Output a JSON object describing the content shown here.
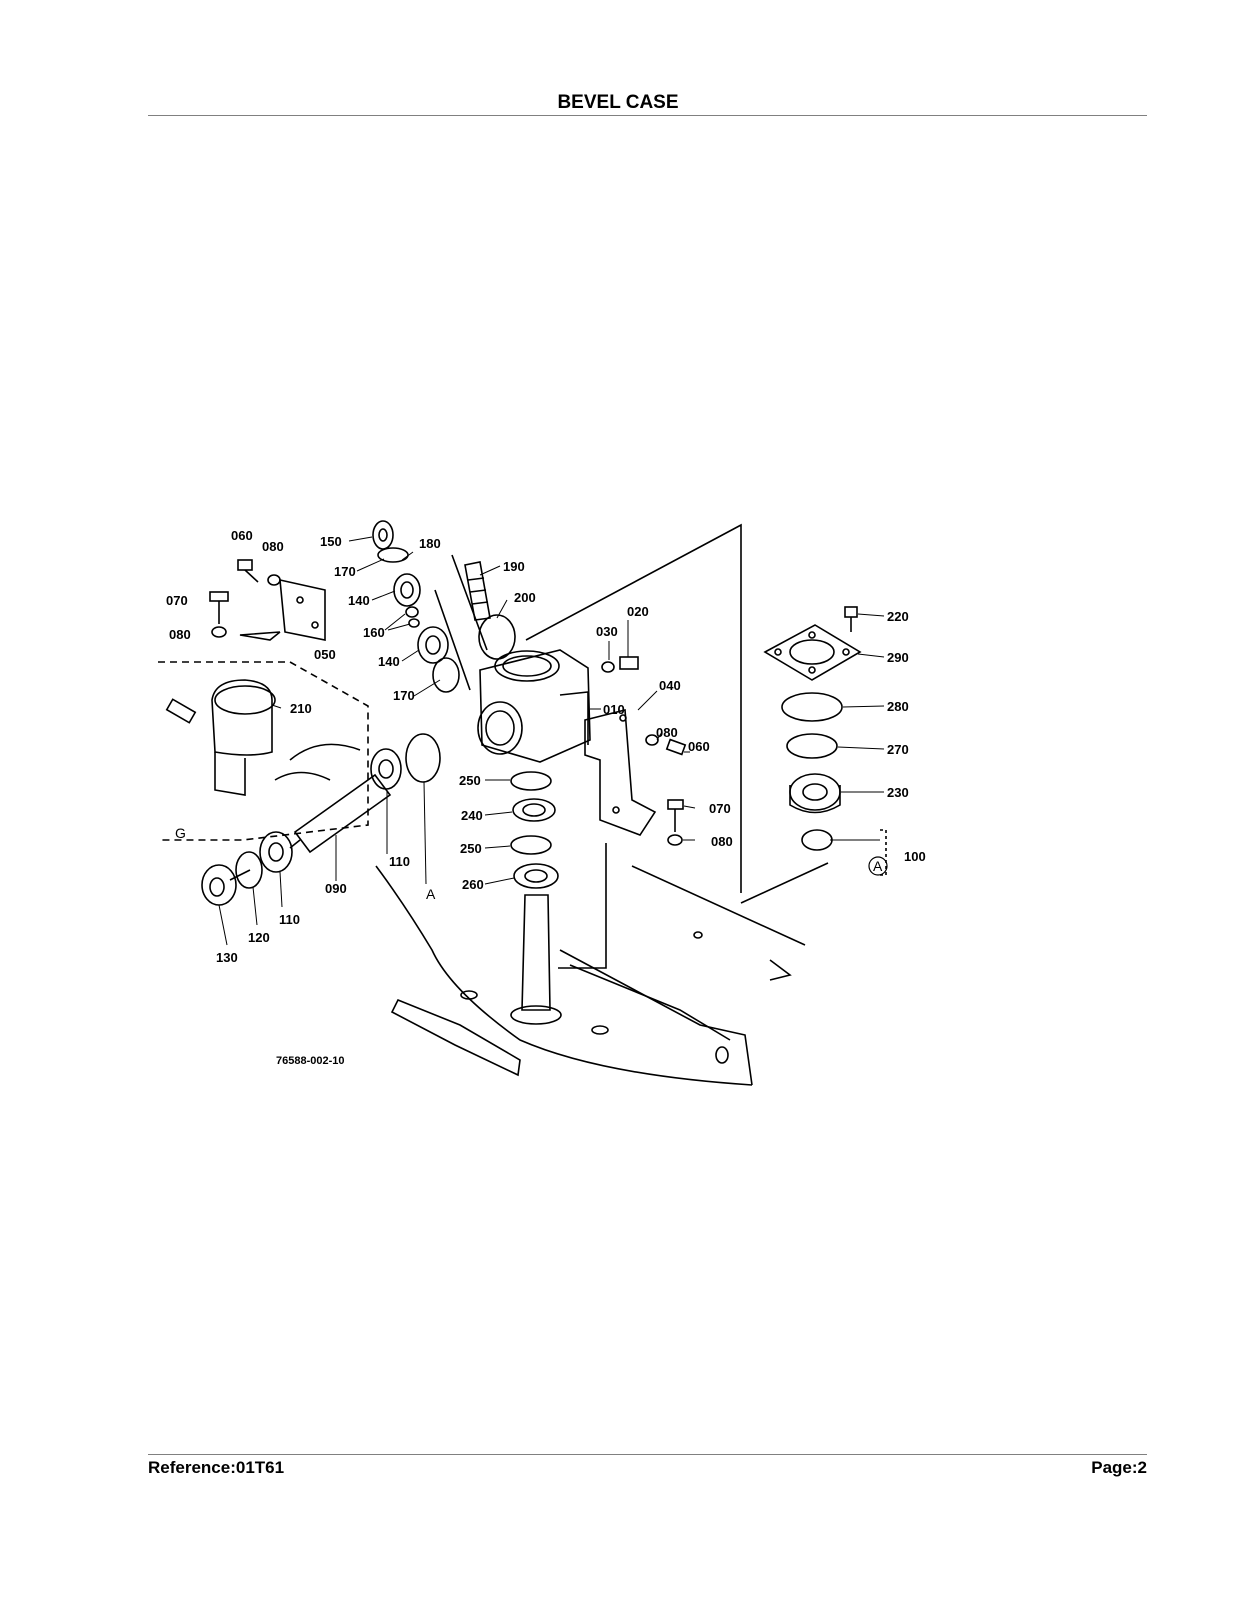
{
  "header": {
    "title": "BEVEL CASE"
  },
  "footer": {
    "reference": "Reference:01T61",
    "page": "Page:2"
  },
  "diagram": {
    "figure_id": "76588-002-10",
    "section_letters": {
      "g": "G",
      "a": "A",
      "a_circled": "A"
    },
    "callouts": {
      "c060a": "060",
      "c080a": "080",
      "c070a": "070",
      "c080b": "080",
      "c050": "050",
      "c150": "150",
      "c180": "180",
      "c170a": "170",
      "c140a": "140",
      "c160": "160",
      "c140b": "140",
      "c170b": "170",
      "c190": "190",
      "c200": "200",
      "c020": "020",
      "c030": "030",
      "c010": "010",
      "c040": "040",
      "c210": "210",
      "c250a": "250",
      "c240": "240",
      "c250b": "250",
      "c260": "260",
      "c080c": "080",
      "c060b": "060",
      "c070b": "070",
      "c080d": "080",
      "c110a": "110",
      "c090": "090",
      "c110b": "110",
      "c120": "120",
      "c130": "130",
      "c220": "220",
      "c290": "290",
      "c280": "280",
      "c270": "270",
      "c230": "230",
      "c100": "100"
    }
  }
}
